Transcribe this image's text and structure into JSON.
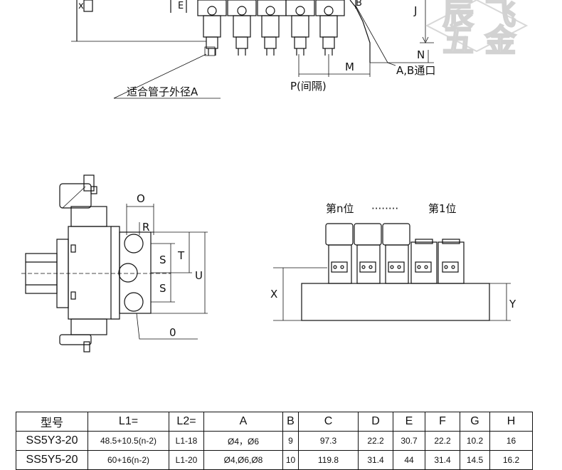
{
  "labels": {
    "pipe_od": "适合管子外径A",
    "interval": "P(间隔)",
    "ab_port": "A,B通口",
    "dim_M": "M",
    "dim_N": "N",
    "dim_J": "J",
    "dim_O": "O",
    "dim_R": "R",
    "dim_S1": "S",
    "dim_S2": "S",
    "dim_T": "T",
    "dim_U": "U",
    "dim_0": "0",
    "dim_X": "X",
    "dim_Y": "Y",
    "station_n": "第n位",
    "station_dots": "········",
    "station_1": "第1位",
    "frag_E": "E",
    "frag_B": "B"
  },
  "watermark": {
    "line1": "辰 飞",
    "line2": "五 金"
  },
  "table": {
    "headers": [
      "型号",
      "L1=",
      "L2=",
      "A",
      "B",
      "C",
      "D",
      "E",
      "F",
      "G",
      "H"
    ],
    "rows": [
      [
        "SS5Y3-20",
        "48.5+10.5(n-2)",
        "L1-18",
        "Ø4，Ø6",
        "9",
        "97.3",
        "22.2",
        "30.7",
        "22.2",
        "10.2",
        "16"
      ],
      [
        "SS5Y5-20",
        "60+16(n-2)",
        "L1-20",
        "Ø4,Ø6,Ø8",
        "10",
        "119.8",
        "31.4",
        "44",
        "31.4",
        "14.5",
        "16.2"
      ]
    ]
  }
}
